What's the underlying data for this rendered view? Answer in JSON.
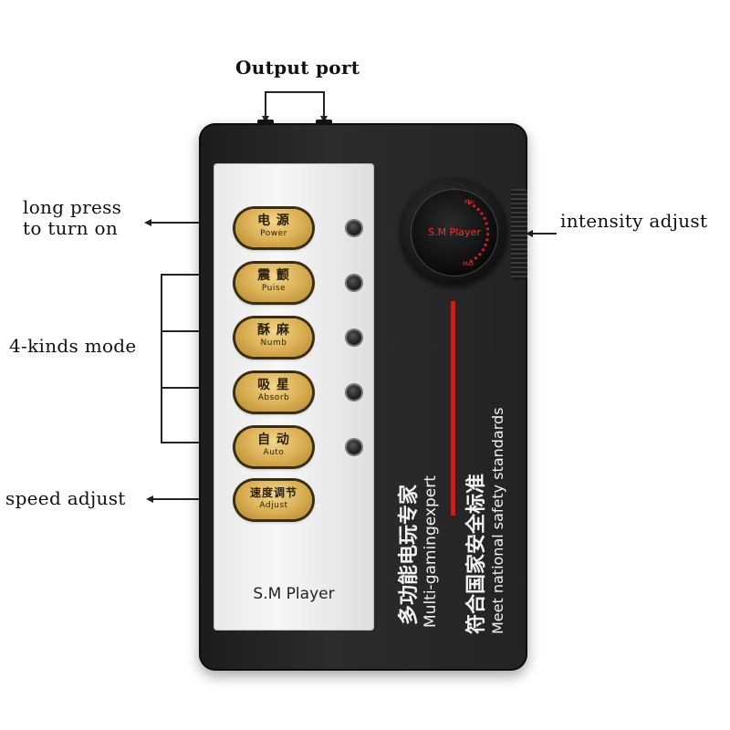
{
  "annotations": {
    "output_port": "Output port",
    "long_press_line1": "long press",
    "long_press_line2": "to turn on",
    "four_kinds_mode": "4-kinds mode",
    "speed_adjust": "speed adjust",
    "intensity_adjust": "intensity adjust"
  },
  "device": {
    "buttons": [
      {
        "cn": "电 源",
        "en": "Power"
      },
      {
        "cn": "震 颤",
        "en": "Puise"
      },
      {
        "cn": "酥 麻",
        "en": "Numb"
      },
      {
        "cn": "吸 星",
        "en": "Absorb"
      },
      {
        "cn": "自 动",
        "en": "Auto"
      },
      {
        "cn": "速度调节",
        "en": "Adjust"
      }
    ],
    "brand": "S.M Player",
    "knob": {
      "label": "S.M Player",
      "min": "Min",
      "max": "Max"
    },
    "side_text": {
      "line1_cn": "多功能电玩专家",
      "line1_en": "Multi-gamingexpert",
      "line2_cn": "符合国家安全标准",
      "line2_en": "Meet national safety standards"
    },
    "accent_color": "#c8201c",
    "button_color": "#d9ae52"
  }
}
